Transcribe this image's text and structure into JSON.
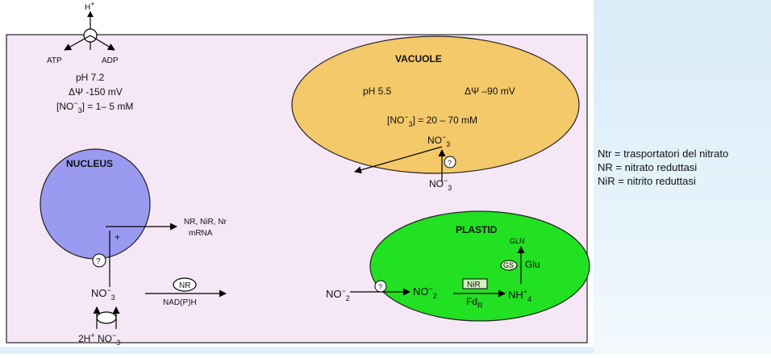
{
  "top": {
    "proton": "H",
    "proton_sup": "+",
    "atp": "ATP",
    "adp": "ADP"
  },
  "cytosol": {
    "ph": "pH 7.2",
    "potential": "ΔΨ -150 mV",
    "nitrate_pre": "[NO",
    "nitrate_sup": "−",
    "nitrate_sub": "3",
    "nitrate_post": "] = 1– 5 mM"
  },
  "vacuole": {
    "title": "VACUOLE",
    "ph": "pH 5.5",
    "potential": "ΔΨ –90 mV",
    "nitrate_pre": "[NO",
    "nitrate_sup": "−",
    "nitrate_sub": "3",
    "nitrate_post": "] = 20 – 70 mM",
    "no3_top": "NO",
    "no3_top_sup": "−",
    "no3_top_sub": "3",
    "no3_bottom": "NO",
    "no3_bottom_sup": "−",
    "no3_bottom_sub": "3",
    "transporter": "?"
  },
  "nucleus": {
    "title": "NUCLEUS",
    "plus": "+",
    "transporter": "?",
    "output_line1": "NR, NiR, Nr",
    "output_line2": "mRNA"
  },
  "cell_nitrate": {
    "no": "NO",
    "sup": "−",
    "sub": "3"
  },
  "reductase": {
    "enzyme": "NR",
    "cofactor": "NAD(P)H"
  },
  "uptake": {
    "protons": "2H",
    "protons_sup": "+",
    "no": "NO",
    "sup": "−",
    "sub": "3"
  },
  "plastid": {
    "title": "PLASTID",
    "nitrite_in": "NO",
    "nitrite_in_sup": "−",
    "nitrite_in_sub": "2",
    "transporter": "?",
    "nitrite_out": "NO",
    "nitrite_out_sup": "−",
    "nitrite_out_sub": "2",
    "enzyme": "NiR",
    "cofactor": "Fd",
    "cofactor_sub": "R",
    "ammonium": "NH",
    "ammonium_sup": "+",
    "ammonium_sub": "4",
    "gs": "GS",
    "glu": "Glu",
    "gln": "GLN"
  },
  "legend": [
    "Ntr = trasportatori del nitrato",
    "NR = nitrato reduttasi",
    "NiR = nitrito reduttasi"
  ],
  "colors": {
    "cell": "#f6e7f6",
    "vacuole": "#f4c96a",
    "nucleus": "#9a9af0",
    "plastid": "#22e022",
    "legend_panel": "#dcedf8"
  }
}
